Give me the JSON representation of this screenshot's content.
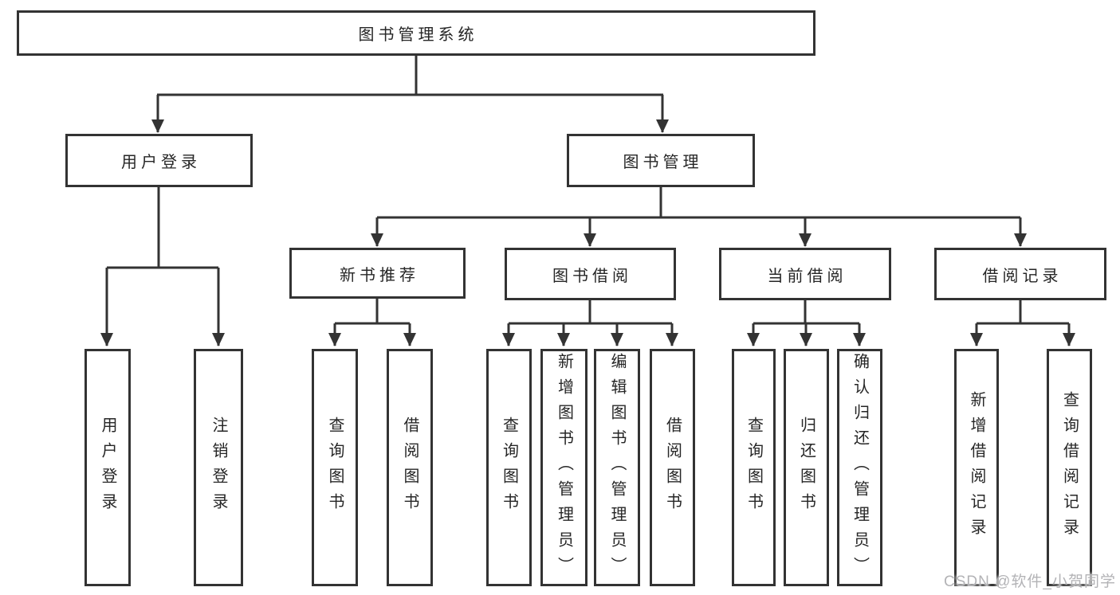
{
  "tree": {
    "root": "图书管理系统",
    "level2": {
      "user_login": "用户登录",
      "book_management": "图书管理"
    },
    "level3": {
      "new_book_recommend": "新书推荐",
      "book_borrow": "图书借阅",
      "current_borrow": "当前借阅",
      "borrow_record": "借阅记录"
    },
    "leaves": {
      "user_login": [
        "用户登录",
        "注销登录"
      ],
      "new_book_recommend": [
        "查询图书",
        "借阅图书"
      ],
      "book_borrow": [
        "查询图书",
        "新增图书（管理员）",
        "编辑图书（管理员）",
        "借阅图书"
      ],
      "current_borrow": [
        "查询图书",
        "归还图书",
        "确认归还（管理员）"
      ],
      "borrow_record": [
        "新增借阅记录",
        "查询借阅记录"
      ]
    }
  },
  "watermark": {
    "text": "CSDN @软件_小贺同学"
  },
  "colors": {
    "line": "#333333",
    "text": "#262626",
    "background": "#ffffff",
    "watermark_text": "#b3b3b6"
  }
}
